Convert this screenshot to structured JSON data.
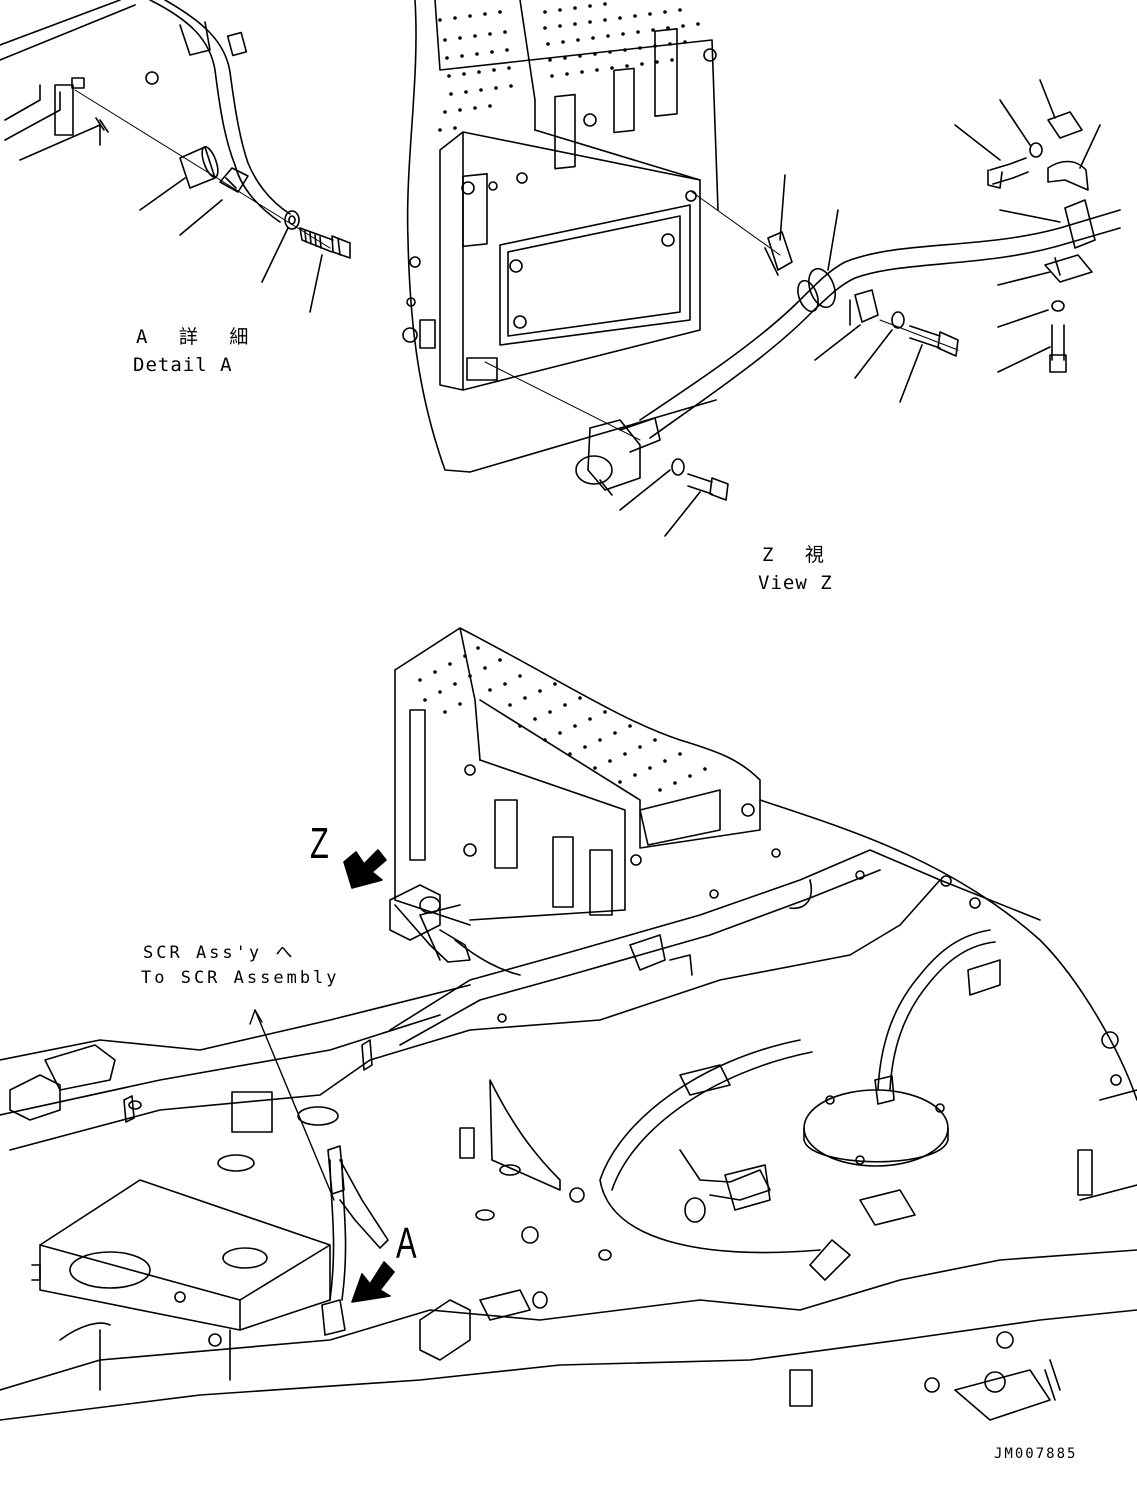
{
  "detail_a": {
    "title_jp": "A 詳 細",
    "title_en": "Detail A"
  },
  "view_z": {
    "title_jp": "Z 視",
    "title_en": "View Z"
  },
  "markers": {
    "z": "Z",
    "a": "A"
  },
  "scr_note": {
    "line1": "SCR Ass'y へ",
    "line2": "To SCR Assembly"
  },
  "drawing_number": "JM007885",
  "colors": {
    "line": "#000000",
    "background": "#ffffff"
  },
  "icons": {
    "arrow": "callout-arrow-icon"
  }
}
